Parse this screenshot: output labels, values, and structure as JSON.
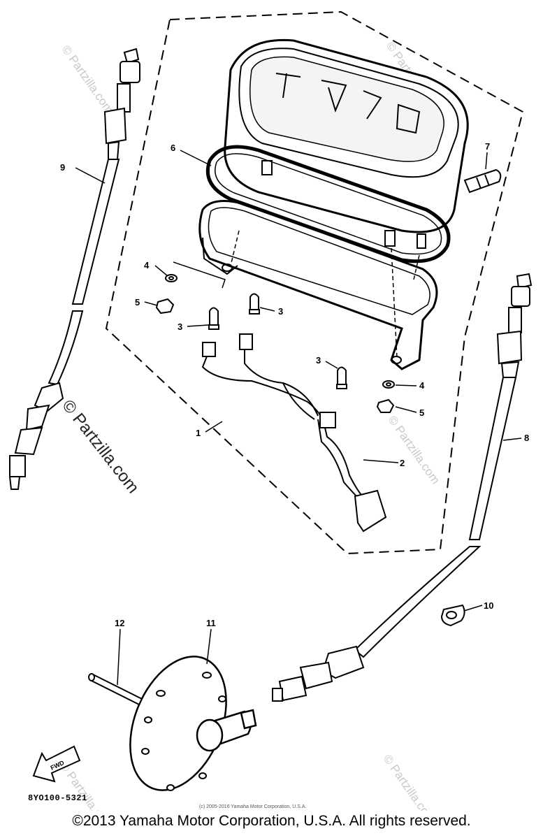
{
  "callouts": {
    "n1": "1",
    "n2": "2",
    "n3a": "3",
    "n3b": "3",
    "n3c": "3",
    "n4a": "4",
    "n4b": "4",
    "n5a": "5",
    "n5b": "5",
    "n6": "6",
    "n7": "7",
    "n8": "8",
    "n9": "9",
    "n10": "10",
    "n11": "11",
    "n12": "12"
  },
  "fwd_label": "FWD",
  "diagram_code": "8YO100-5321",
  "fine_print": "(c) 2005-2016 Yamaha Motor Corporation, U.S.A.",
  "watermark": "© Partzilla.com",
  "footer": "©2013 Yamaha Motor Corporation, U.S.A. All rights reserved."
}
